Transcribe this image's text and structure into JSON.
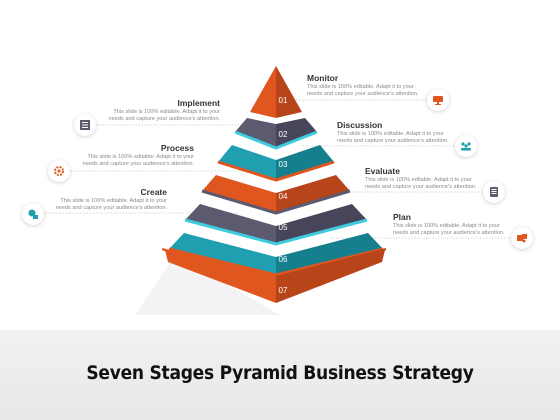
{
  "title": "Seven Stages Pyramid Business Strategy",
  "tiers": [
    "01",
    "02",
    "03",
    "04",
    "05",
    "06",
    "07"
  ],
  "stages": {
    "monitor": {
      "label": "Monitor",
      "text": "This slide is 100% editable. Adapt it to your needs and capture your audience's attention."
    },
    "implement": {
      "label": "Implement",
      "text": "This slide is 100% editable. Adapt it to your needs and capture your audience's attention."
    },
    "discussion": {
      "label": "Discussion",
      "text": "This slide is 100% editable. Adapt it to your needs and capture your audience's attention."
    },
    "process": {
      "label": "Process",
      "text": "This slide is 100% editable. Adapt it to your needs and capture your audience's attention."
    },
    "evaluate": {
      "label": "Evaluate",
      "text": "This slide is 100% editable. Adapt it to your needs and capture your audience's attention."
    },
    "create": {
      "label": "Create",
      "text": "This slide is 100% editable. Adapt it to your needs and capture your audience's attention."
    },
    "plan": {
      "label": "Plan",
      "text": "This slide is 100% editable. Adapt it to your needs and capture your audience's attention."
    }
  },
  "colors": {
    "orange": "#e0561f",
    "orange_dark": "#b8441a",
    "gray": "#5c5a6e",
    "gray_dark": "#47455a",
    "teal": "#1f9fb0",
    "teal_dark": "#167f8e",
    "separator": "#3ecbe0"
  }
}
